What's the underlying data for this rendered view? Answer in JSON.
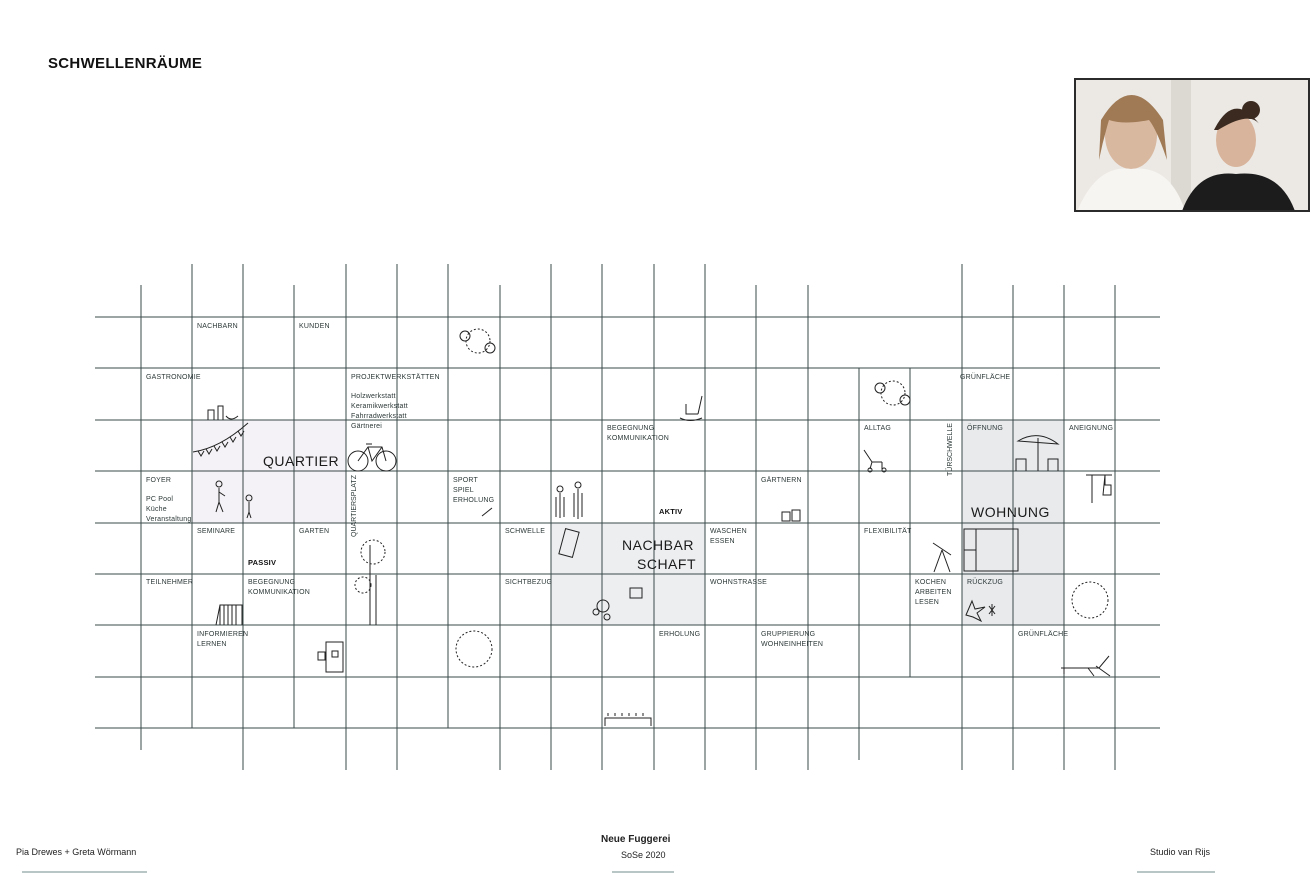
{
  "slide": {
    "title": "SCHWELLENRÄUME"
  },
  "zones": {
    "quartier": "QUARTIER",
    "nachbarschaft_1": "NACHBAR",
    "nachbarschaft_2": "SCHAFT",
    "wohnung": "WOHNUNG"
  },
  "labels": [
    "NACHBARN",
    "KUNDEN",
    "GASTRONOMIE",
    "PROJEKTWERKSTÄTTEN",
    "Holzwerkstatt\nKeramikwerkstatt\nFahrradwerkstatt\nGärtnerei",
    "GRÜNFLÄCHE",
    "BEGEGNUNG\nKOMMUNIKATION",
    "ALLTAG",
    "ÖFFNUNG",
    "ANEIGNUNG",
    "FOYER",
    "PC Pool\nKüche\nVeranstaltung",
    "SPORT\nSPIEL\nERHOLUNG",
    "GÄRTNERN",
    "SEMINARE",
    "GARTEN",
    "SCHWELLE",
    "WASCHEN\nESSEN",
    "FLEXIBILITÄT",
    "TEILNEHMER",
    "BEGEGNUNG\nKOMMUNIKATION",
    "SICHTBEZUG",
    "WOHNSTRASSE",
    "KOCHEN\nARBEITEN\nLESEN",
    "RÜCKZUG",
    "INFORMIEREN\nLERNEN",
    "ERHOLUNG",
    "GRUPPIERUNG\nWOHNEINHEITEN",
    "GRÜNFLÄCHE"
  ],
  "emphasis": {
    "aktiv": "AKTIV",
    "passiv": "PASSIV"
  },
  "vertical_labels": {
    "quartiersplatz": "QUARTIERSPLATZ",
    "tuerschwelle": "TÜRSCHWELLE"
  },
  "footer": {
    "authors": "Pia Drewes + Greta Wörmann",
    "project": "Neue Fuggerei",
    "semester": "SoSe 2020",
    "studio": "Studio van Rijs"
  },
  "colors": {
    "grid": "#3b4a4a",
    "zone_fill": "#eceef0",
    "quartier_fill": "#f4f2f6"
  }
}
